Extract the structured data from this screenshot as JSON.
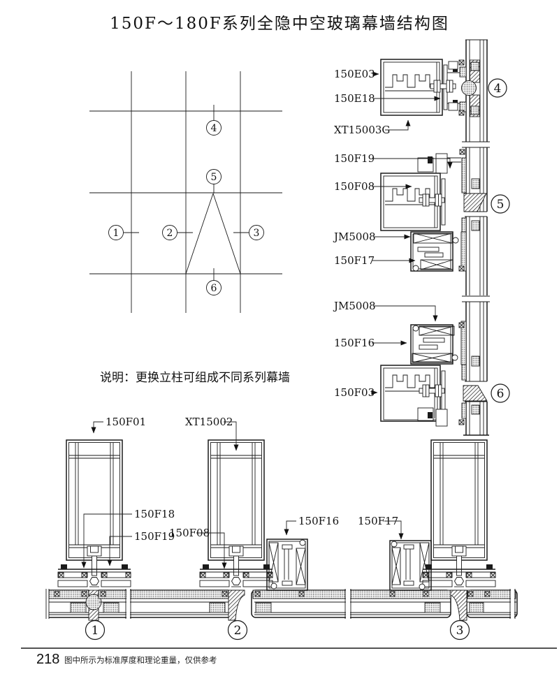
{
  "title": "150F～180F系列全隐中空玻璃幕墙结构图",
  "note": "说明：更换立柱可组成不同系列幕墙",
  "footer": {
    "page_number": "218",
    "note": "图中所示为标准厚度和理论重量，仅供参考"
  },
  "colors": {
    "ink": "#1a1a1a",
    "paper": "#ffffff"
  },
  "bubbles": {
    "n1": "1",
    "n2": "2",
    "n3": "3",
    "n4": "4",
    "n5": "5",
    "n6": "6"
  },
  "labels": {
    "d4_a": "150E03",
    "d4_b": "150E18",
    "d4_c": "XT15003G",
    "d5_a": "150F19",
    "d5_b": "150F08",
    "d5_c": "JM5008",
    "d5_d": "150F17",
    "d6_a": "JM5008",
    "d6_b": "150F16",
    "d6_c": "150F03",
    "d1_a": "150F01",
    "d1_b": "150F18",
    "d1_c": "150F19",
    "d2_a": "XT15002",
    "d2_b": "150F08",
    "d2_c": "150F16",
    "d3_a": "150F17"
  }
}
